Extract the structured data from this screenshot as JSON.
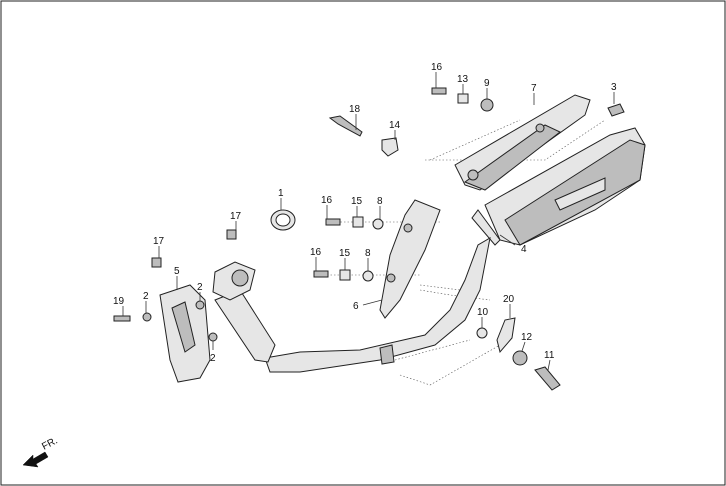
{
  "direction_label": "FR.",
  "callouts": [
    "1",
    "2",
    "2",
    "2",
    "3",
    "4",
    "5",
    "6",
    "7",
    "8",
    "8",
    "9",
    "10",
    "11",
    "12",
    "13",
    "14",
    "15",
    "15",
    "16",
    "16",
    "16",
    "17",
    "17",
    "18",
    "19",
    "20"
  ],
  "colors": {
    "line": "#222222",
    "fill": "#e6e6e6",
    "shade": "#bdbdbd"
  }
}
